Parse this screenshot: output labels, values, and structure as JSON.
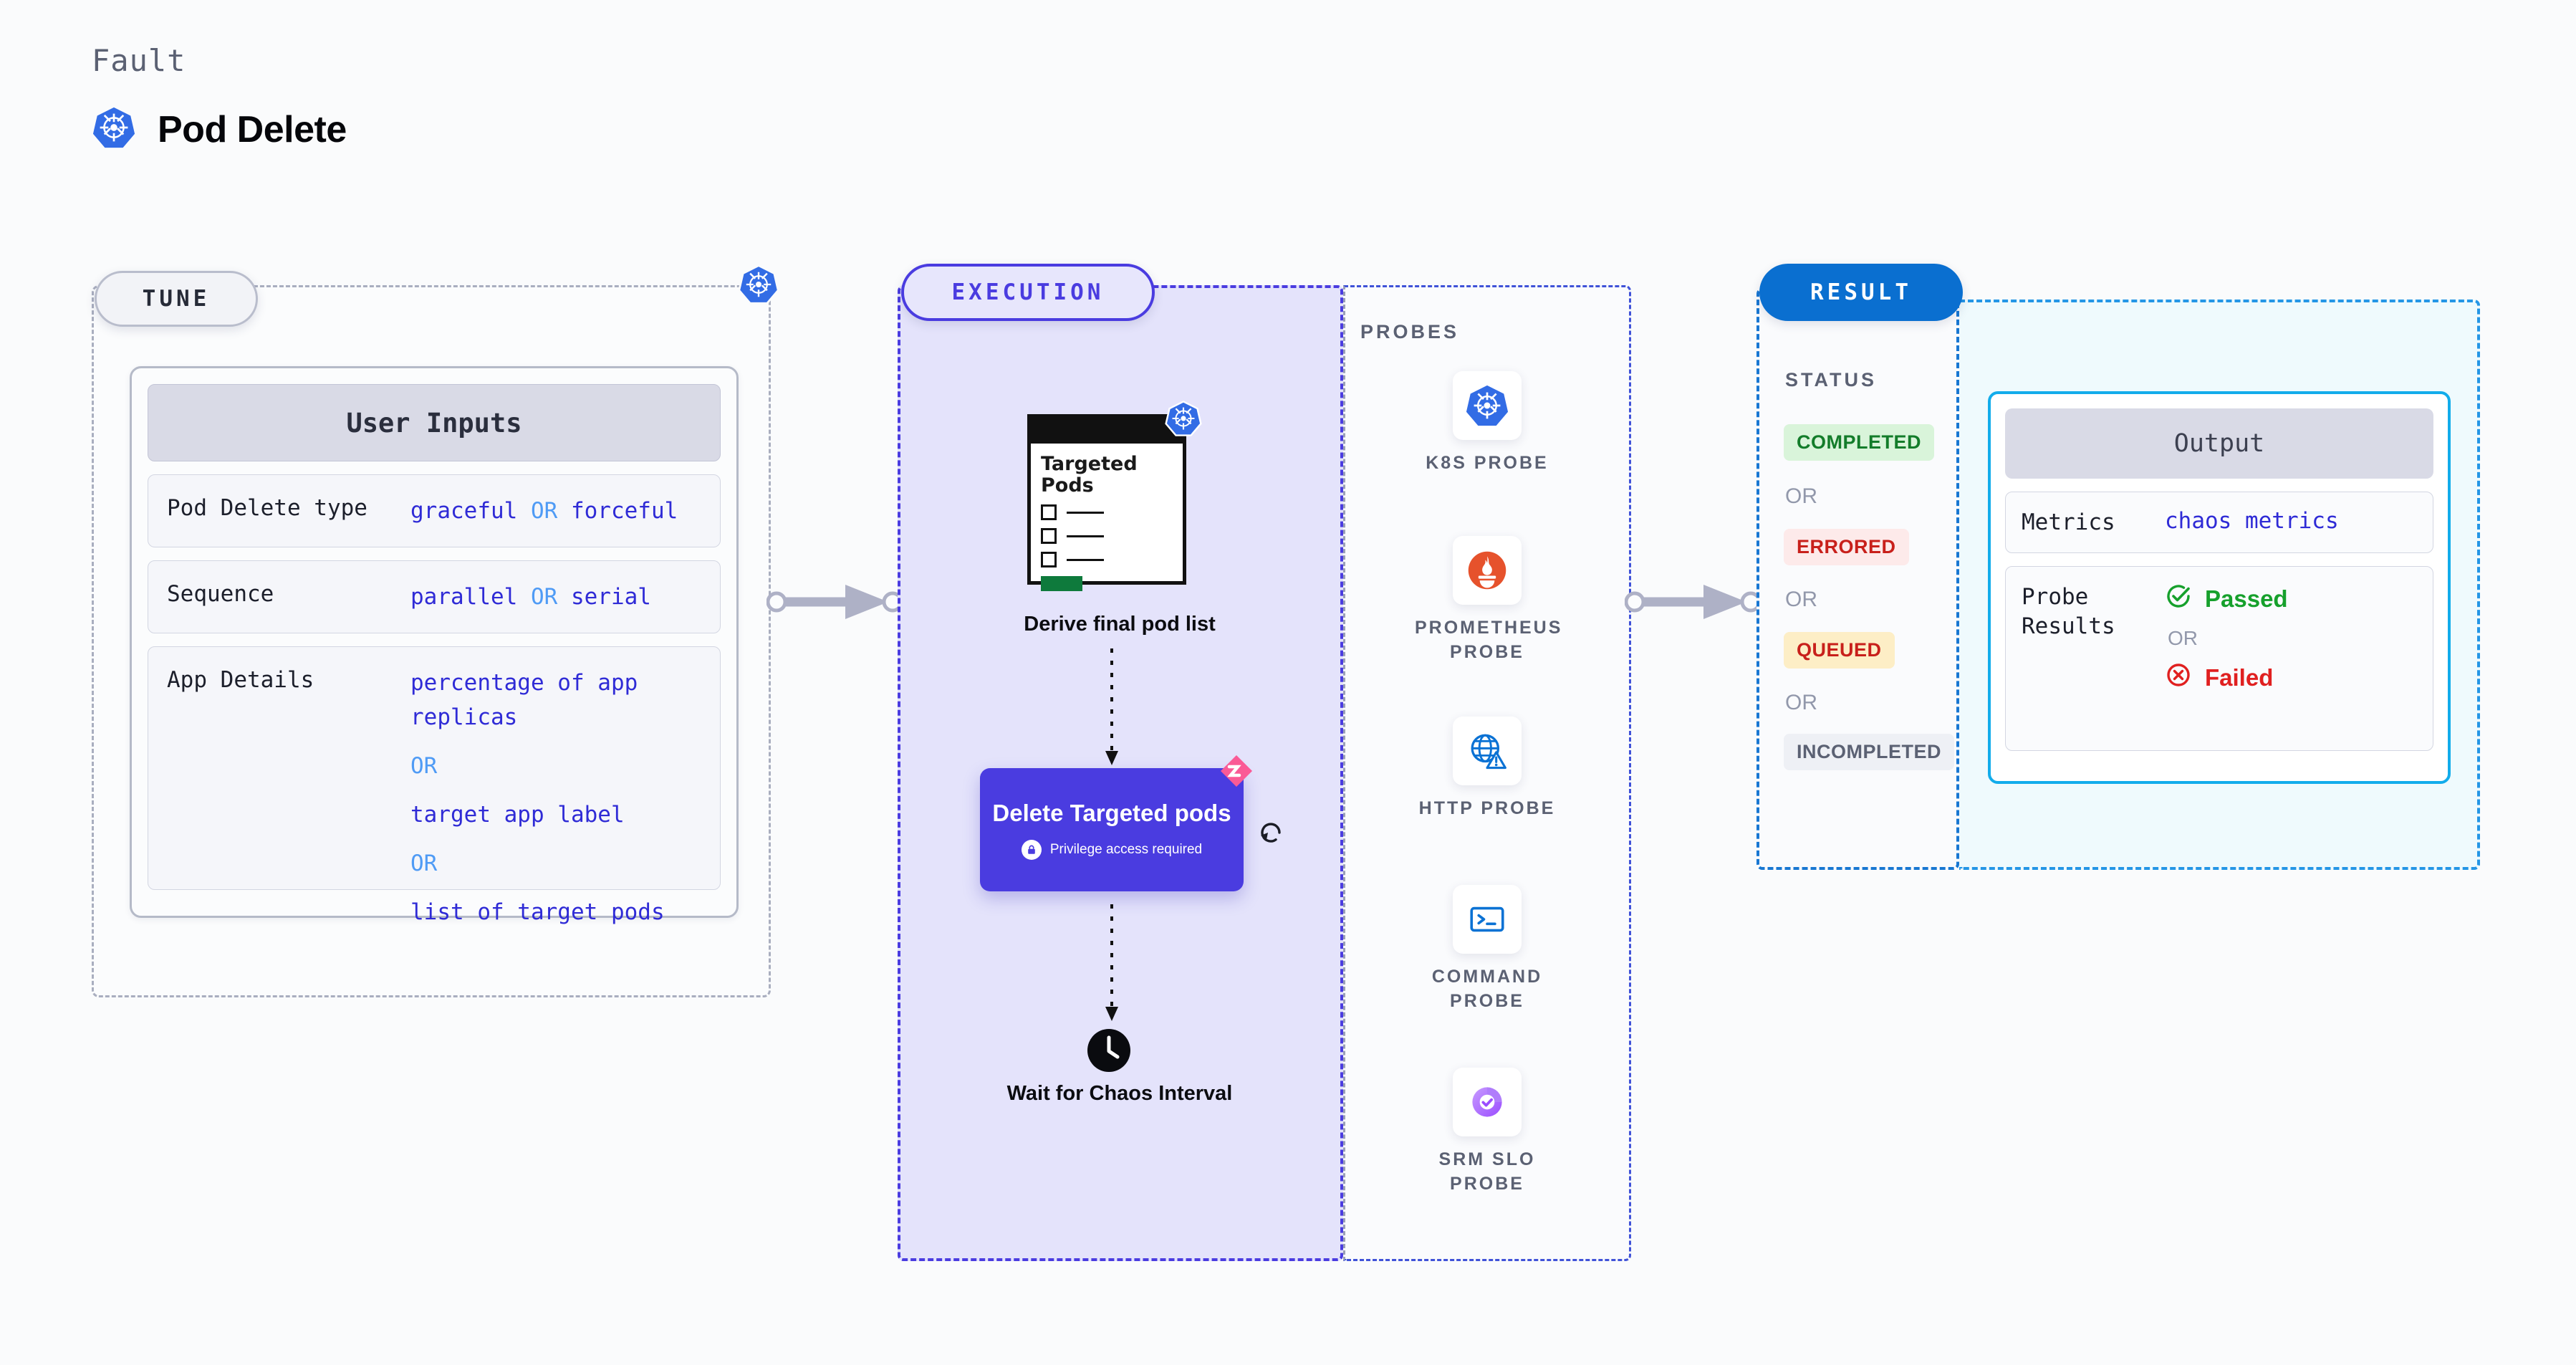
{
  "header": {
    "eyebrow": "Fault",
    "title": "Pod Delete",
    "icon": "kubernetes-icon"
  },
  "stages": {
    "tune": {
      "label": "TUNE",
      "boundary_icon": "kubernetes-icon"
    },
    "execution": {
      "label": "EXECUTION"
    },
    "probes": {
      "label": "PROBES"
    },
    "result": {
      "label": "RESULT"
    }
  },
  "tune": {
    "card_title": "User Inputs",
    "rows": [
      {
        "key": "Pod Delete type",
        "values": [
          "graceful",
          "forceful"
        ],
        "separator": "OR",
        "inline": true
      },
      {
        "key": "Sequence",
        "values": [
          "parallel",
          "serial"
        ],
        "separator": "OR",
        "inline": true
      },
      {
        "key": "App Details",
        "values": [
          "percentage of app replicas",
          "target app label",
          "list of target pods"
        ],
        "separator": "OR",
        "inline": false
      }
    ]
  },
  "execution": {
    "pods_card": {
      "title": "Targeted Pods",
      "badge_icon": "kubernetes-icon",
      "checkbox_count": 3
    },
    "derive_label": "Derive final pod list",
    "delete_node": {
      "title": "Delete Targeted pods",
      "privilege_note": "Privilege access required",
      "privilege_icon": "lock-icon",
      "ribbon_icon": "chaos-ribbon-icon",
      "retry_icon": "refresh-loop-icon",
      "color": "#4a3ce0",
      "ribbon_color": "#fa5a96"
    },
    "wait_node": {
      "label": "Wait for Chaos Interval",
      "icon": "clock-icon"
    }
  },
  "probes": [
    {
      "name": "K8S PROBE",
      "icon": "kubernetes-icon"
    },
    {
      "name": "PROMETHEUS PROBE",
      "icon": "prometheus-icon"
    },
    {
      "name": "HTTP PROBE",
      "icon": "globe-warning-icon"
    },
    {
      "name": "COMMAND PROBE",
      "icon": "terminal-icon"
    },
    {
      "name": "SRM SLO PROBE",
      "icon": "slo-donut-check-icon"
    }
  ],
  "result": {
    "status_label": "STATUS",
    "separator": "OR",
    "statuses": [
      {
        "label": "COMPLETED",
        "color": "#137c2a",
        "bg": "#d9f4da"
      },
      {
        "label": "ERRORED",
        "color": "#c8201b",
        "bg": "#fdeaea"
      },
      {
        "label": "QUEUED",
        "color": "#c8201b",
        "bg": "#fdeec6"
      },
      {
        "label": "INCOMPLETED",
        "color": "#5b6173",
        "bg": "#eef0f5"
      }
    ],
    "output": {
      "card_title": "Output",
      "metrics": {
        "key": "Metrics",
        "value": "chaos metrics"
      },
      "probe_results": {
        "key": "Probe Results",
        "separator": "OR",
        "passed": {
          "label": "Passed",
          "color": "#16a02c",
          "icon": "check-circle-icon"
        },
        "failed": {
          "label": "Failed",
          "color": "#e02020",
          "icon": "x-circle-icon"
        }
      }
    }
  }
}
